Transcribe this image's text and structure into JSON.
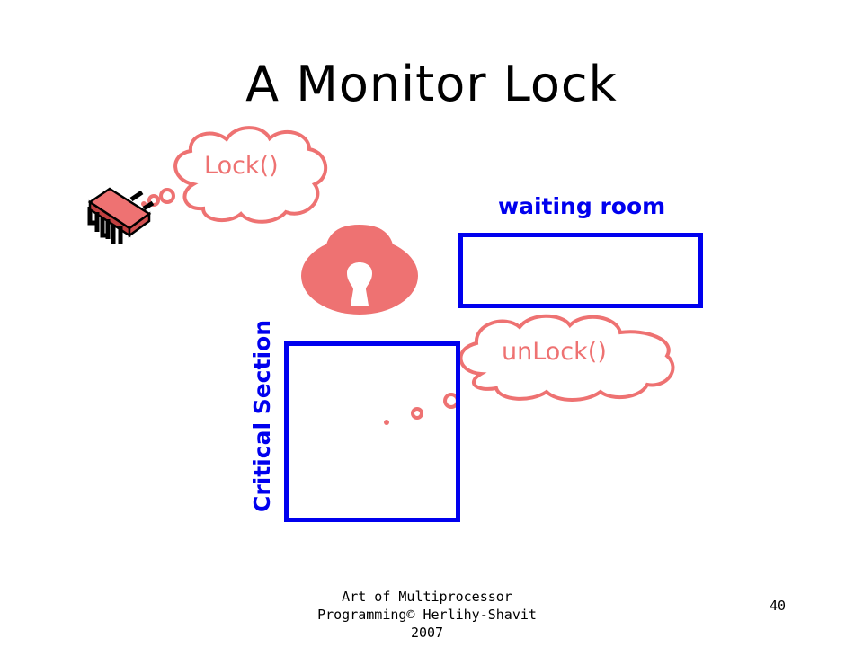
{
  "slide": {
    "title": "A Monitor Lock",
    "page_number": "40"
  },
  "diagram": {
    "waiting_room_label": "waiting room",
    "critical_section_label": "Critical Section",
    "lock_call": "Lock()",
    "unlock_call": "unLock()"
  },
  "footer": {
    "line1": "Art of Multiprocessor",
    "line2": "Programming© Herlihy-Shavit",
    "line3": "2007"
  },
  "colors": {
    "box_blue": "#0000ee",
    "thought_pink": "#ee7272",
    "thread_red": "#ee7272"
  }
}
